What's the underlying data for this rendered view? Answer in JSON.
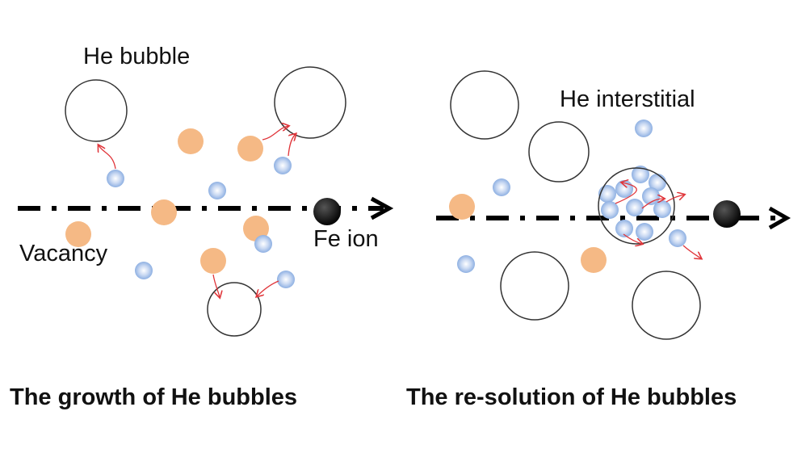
{
  "labels": {
    "he_bubble": "He bubble",
    "he_interstitial": "He interstitial",
    "vacancy": "Vacancy",
    "fe_ion": "Fe ion"
  },
  "titles": {
    "left": "The growth of He bubbles",
    "right": "The re-solution of He bubbles"
  },
  "colors": {
    "vacancy": "#f5b985",
    "he_atom": "#a9c3ea",
    "fe_ion": "#1a1a1a",
    "arrow": "#e0353a"
  }
}
